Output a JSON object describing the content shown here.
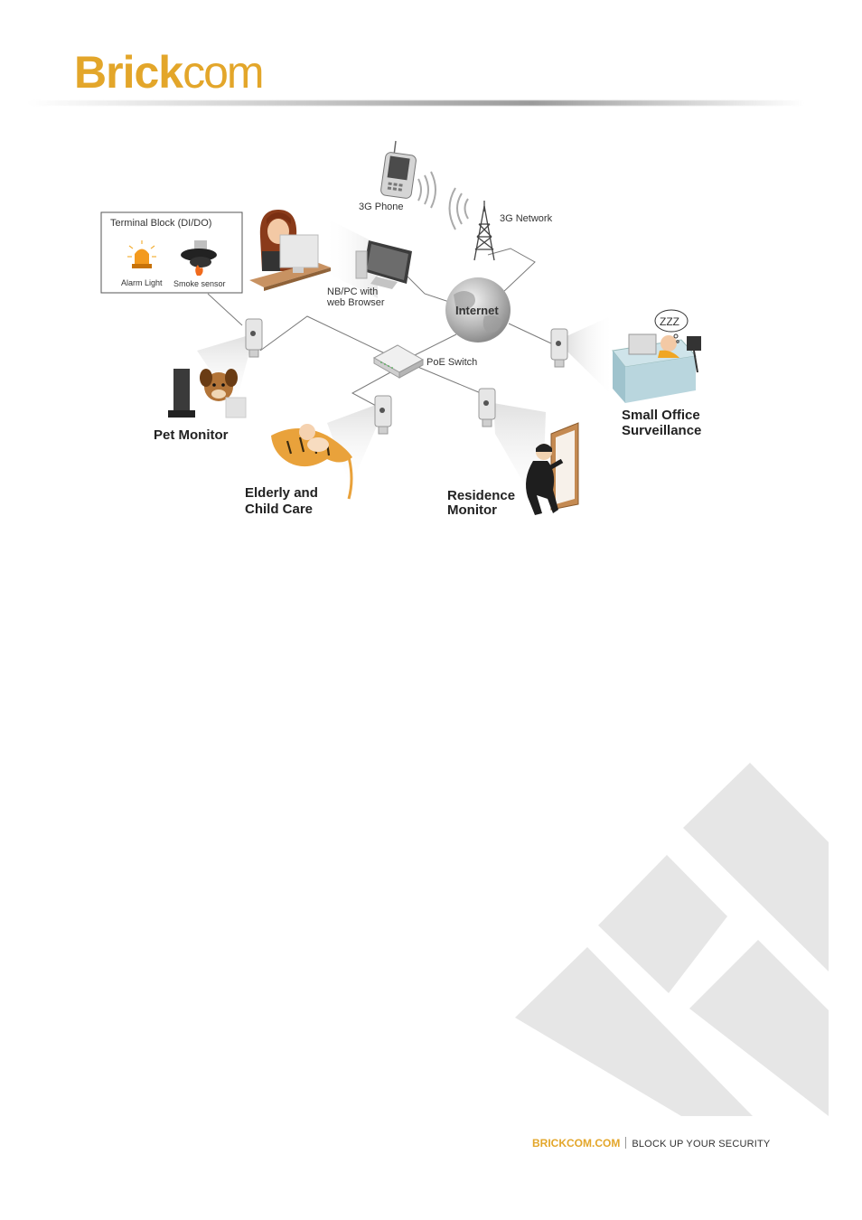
{
  "header": {
    "logo_bold": "Brick",
    "logo_light": "com"
  },
  "diagram": {
    "terminal_block_title": "Terminal Block (DI/DO)",
    "alarm_light": "Alarm Light",
    "smoke_sensor": "Smoke sensor",
    "phone_3g": "3G Phone",
    "network_3g": "3G Network",
    "nbpc_line1": "NB/PC with",
    "nbpc_line2": "web Browser",
    "internet": "Internet",
    "poe_switch": "PoE Switch",
    "pet_monitor": "Pet Monitor",
    "elderly_line1": "Elderly and",
    "elderly_line2": "Child Care",
    "residence_line1": "Residence",
    "residence_line2": "Monitor",
    "office_line1": "Small Office",
    "office_line2": "Surveillance",
    "zzz": "ZZZ"
  },
  "footer": {
    "site": "BRICKCOM.COM",
    "tagline": "BLOCK UP YOUR SECURITY"
  },
  "colors": {
    "brand": "#e3a62a",
    "watermark": "#e6e6e6"
  }
}
